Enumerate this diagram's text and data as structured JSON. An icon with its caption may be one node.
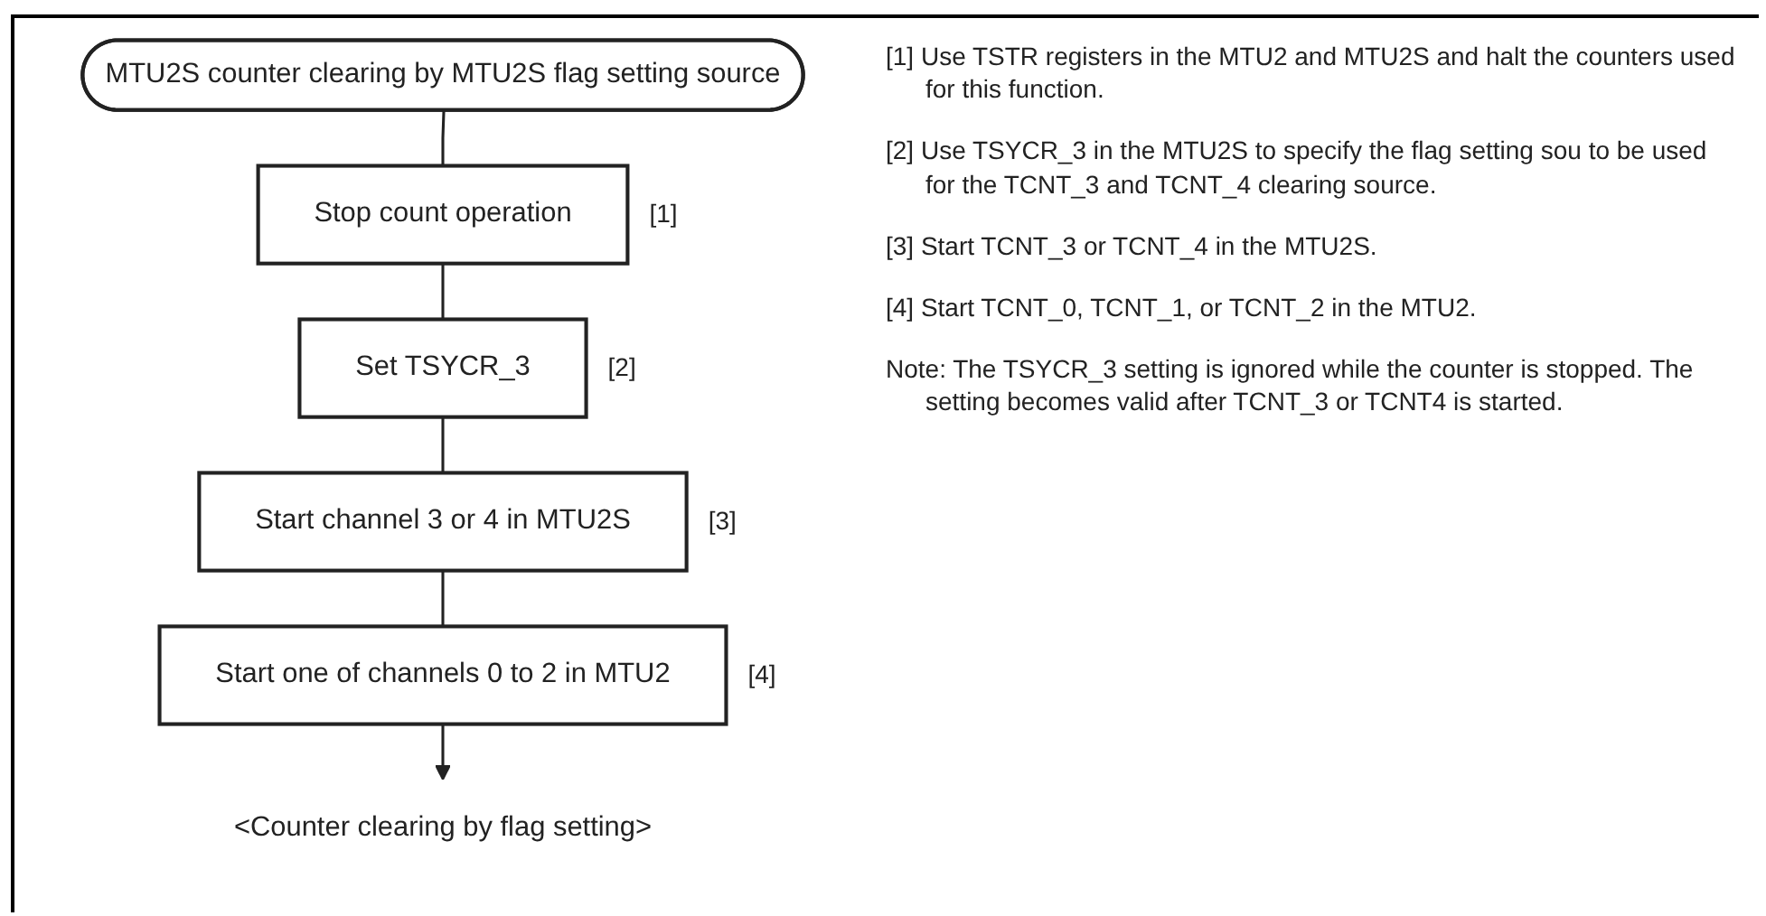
{
  "diagram": {
    "nodes": [
      {
        "text": [
          "MTU2S counter clearing by MTU2S flag setting source"
        ]
      },
      {
        "text": [
          "Stop count operation"
        ],
        "beside": [
          "[1]"
        ]
      },
      {
        "text": [
          "Set TSYCR_3"
        ],
        "beside": [
          "[2]"
        ]
      },
      {
        "text": [
          "Start channel 3 or 4 in MTU2S"
        ],
        "beside": [
          "[3]"
        ]
      },
      {
        "text": [
          "Start one of channels 0 to 2 in MTU2"
        ],
        "beside": [
          "[4]"
        ]
      },
      {
        "text": [
          "<Counter clearing by flag setting>"
        ]
      }
    ],
    "edges": [
      {
        "from": 0,
        "to": 1,
        "arrow": "none"
      },
      {
        "from": 1,
        "to": 2,
        "arrow": "none"
      },
      {
        "from": 2,
        "to": 3,
        "arrow": "none"
      },
      {
        "from": 3,
        "to": 4,
        "arrow": "none"
      },
      {
        "from": 4,
        "to": 5,
        "arrow": "to"
      }
    ],
    "labels": [
      "[1] Use TSTR registers in the MTU2 and MTU2S and halt the counters used for this function.",
      "[2] Use TSYCR_3 in the MTU2S to specify the flag setting sou to be used for the TCNT_3 and TCNT_4 clearing source.",
      "[3] Start TCNT_3 or TCNT_4 in the MTU2S.",
      "[4] Start TCNT_0, TCNT_1, or TCNT_2 in the MTU2.",
      "Note: The TSYCR_3 setting is ignored while the counter is stopped. The setting becomes valid after TCNT_3 or TCNT4 is started."
    ]
  }
}
